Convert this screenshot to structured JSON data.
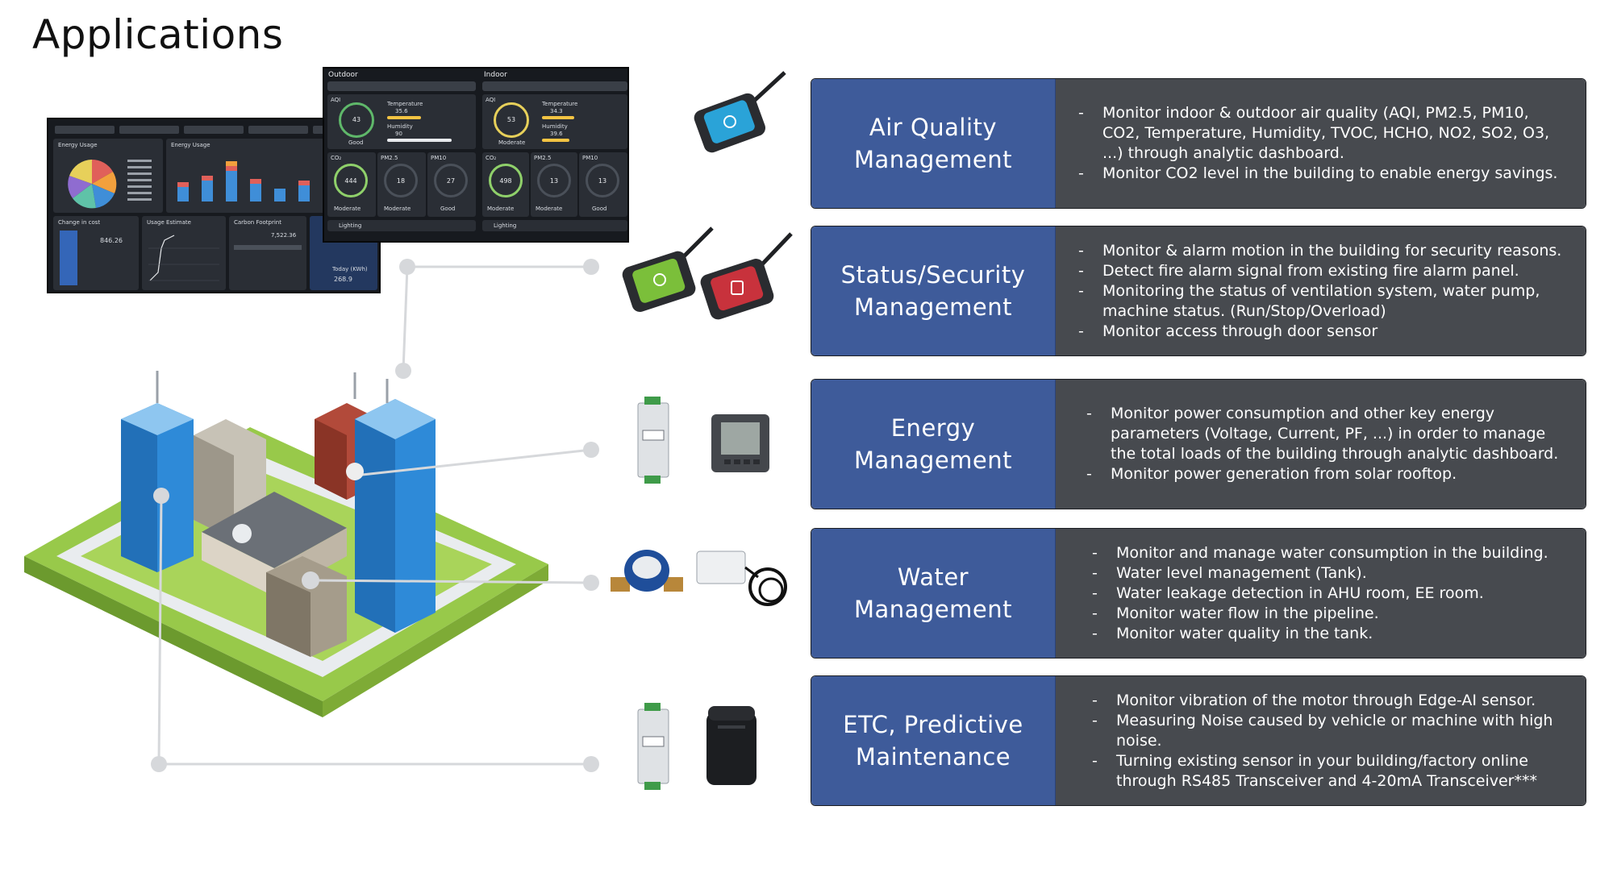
{
  "page": {
    "title": "Applications"
  },
  "dashboard": {
    "outdoor_label": "Outdoor",
    "indoor_label": "Indoor",
    "energy_usage_label": "Energy Usage",
    "energy_usage_label_2": "Energy Usage",
    "change_in_cost_label": "Change in cost",
    "change_in_cost_value": "846.26",
    "usage_estimate_label": "Usage Estimate",
    "carbon_footprint_label": "Carbon Footprint",
    "carbon_value": "7,522.36",
    "today_label": "Today (KWh)",
    "today_value": "268.9",
    "aqi_label": "AQI",
    "outdoor_aqi": "43",
    "outdoor_aqi_status": "Good",
    "indoor_aqi": "53",
    "indoor_aqi_status": "Moderate",
    "temperature_label": "Temperature",
    "humidity_label": "Humidity",
    "outdoor_temperature": "35.6",
    "outdoor_humidity": "90",
    "indoor_temperature": "34.3",
    "indoor_humidity": "39.6",
    "co2_label": "CO₂",
    "pm25_label": "PM2.5",
    "pm10_label": "PM10",
    "outdoor_co2": "444",
    "outdoor_pm25": "18",
    "outdoor_pm10": "27",
    "indoor_co2": "498",
    "indoor_pm25": "13",
    "indoor_pm10": "13",
    "status_moderate": "Moderate",
    "status_good": "Good",
    "lighting_label": "Lighting"
  },
  "applications": [
    {
      "title": "Air Quality Management",
      "items": [
        "Monitor indoor & outdoor air quality (AQI, PM2.5, PM10, CO2, Temperature, Humidity, TVOC, HCHO, NO2, SO2, O3, ...) through analytic dashboard.",
        "Monitor CO2 level in the building to enable energy savings."
      ]
    },
    {
      "title": "Status/Security Management",
      "items": [
        "Monitor & alarm motion in the building for security reasons.",
        "Detect fire alarm signal from existing fire alarm panel.",
        "Monitoring the status of ventilation system, water pump, machine status. (Run/Stop/Overload)",
        "Monitor access through door sensor"
      ]
    },
    {
      "title": "Energy Management",
      "items": [
        "Monitor power consumption and other key energy parameters (Voltage, Current, PF, ...) in order to manage the total loads of the building through analytic dashboard.",
        "Monitor power generation from solar rooftop."
      ]
    },
    {
      "title": "Water Management",
      "items": [
        "Monitor and manage water consumption in the building.",
        "Water level management (Tank).",
        "Water leakage detection in AHU room, EE room.",
        "Monitor water flow in the pipeline.",
        "Monitor water quality in the tank."
      ]
    },
    {
      "title": "ETC, Predictive Maintenance",
      "items": [
        "Monitor vibration of the motor through Edge-AI sensor.",
        "Measuring Noise caused by vehicle or machine with high noise.",
        "Turning existing sensor in your building/factory online through RS485 Transceiver and 4-20mA Transceiver***"
      ]
    }
  ],
  "colors": {
    "title_box": "#3e5b9a",
    "desc_box": "#474a4f",
    "connector": "#d6d8db",
    "sensor_blue": "#2aa3d8",
    "sensor_green": "#7bbf3a",
    "sensor_red": "#c8323c"
  }
}
